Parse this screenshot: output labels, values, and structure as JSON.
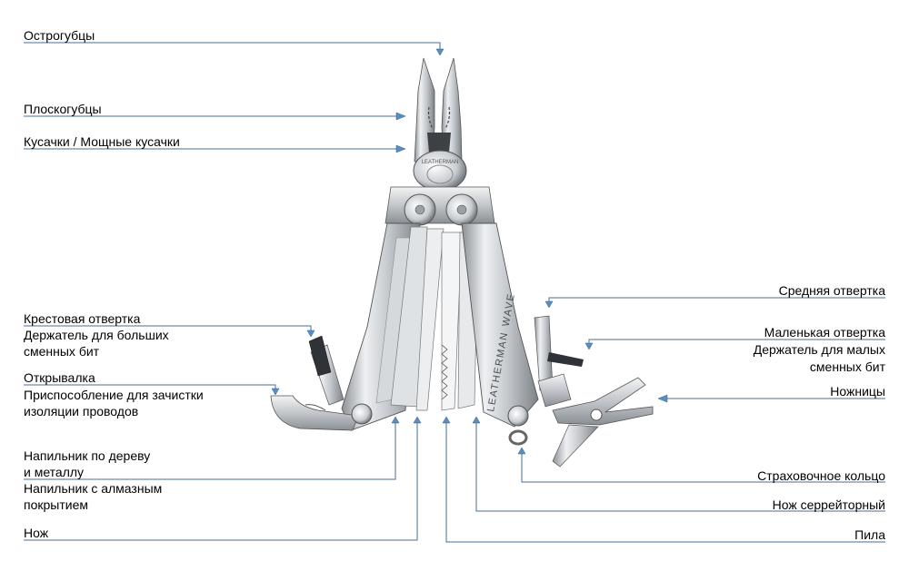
{
  "labels": {
    "ostrogubtsy": "Острогубцы",
    "ploskogubtsy": "Плоскогубцы",
    "kusachki": "Кусачки / Мощные кусачки",
    "krestovaya": "Крестовая отвертка",
    "derzhatel_bolshih_1": "Держатель для больших",
    "derzhatel_bolshih_2": "сменных бит",
    "otkryvalka": "Открывалка",
    "zachistka_1": "Приспособление для зачистки",
    "zachistka_2": "изоляции проводов",
    "napilnik_1": "Напильник по дереву",
    "napilnik_2": "и металлу",
    "almaz_1": "Напильник с алмазным",
    "almaz_2": "покрытием",
    "nozh": "Нож",
    "srednyaya": "Средняя отвертка",
    "malenkaya": "Маленькая  отвертка",
    "derzhatel_malyh_1": "Держатель для малых",
    "derzhatel_malyh_2": "сменных бит",
    "nozhnitsy": "Ножницы",
    "kolco": "Страховочное кольцо",
    "serreitorny": "Нож серрейторный",
    "pila": "Пила"
  },
  "engravings": {
    "brand": "LEATHERMAN",
    "model": "WAVE"
  },
  "colors": {
    "leader_line": "#4a6f94",
    "arrow": "#5b8ec0",
    "steel_light": "#e6e8ea",
    "steel_mid": "#b9bdc1",
    "steel_dark": "#6f7479"
  }
}
